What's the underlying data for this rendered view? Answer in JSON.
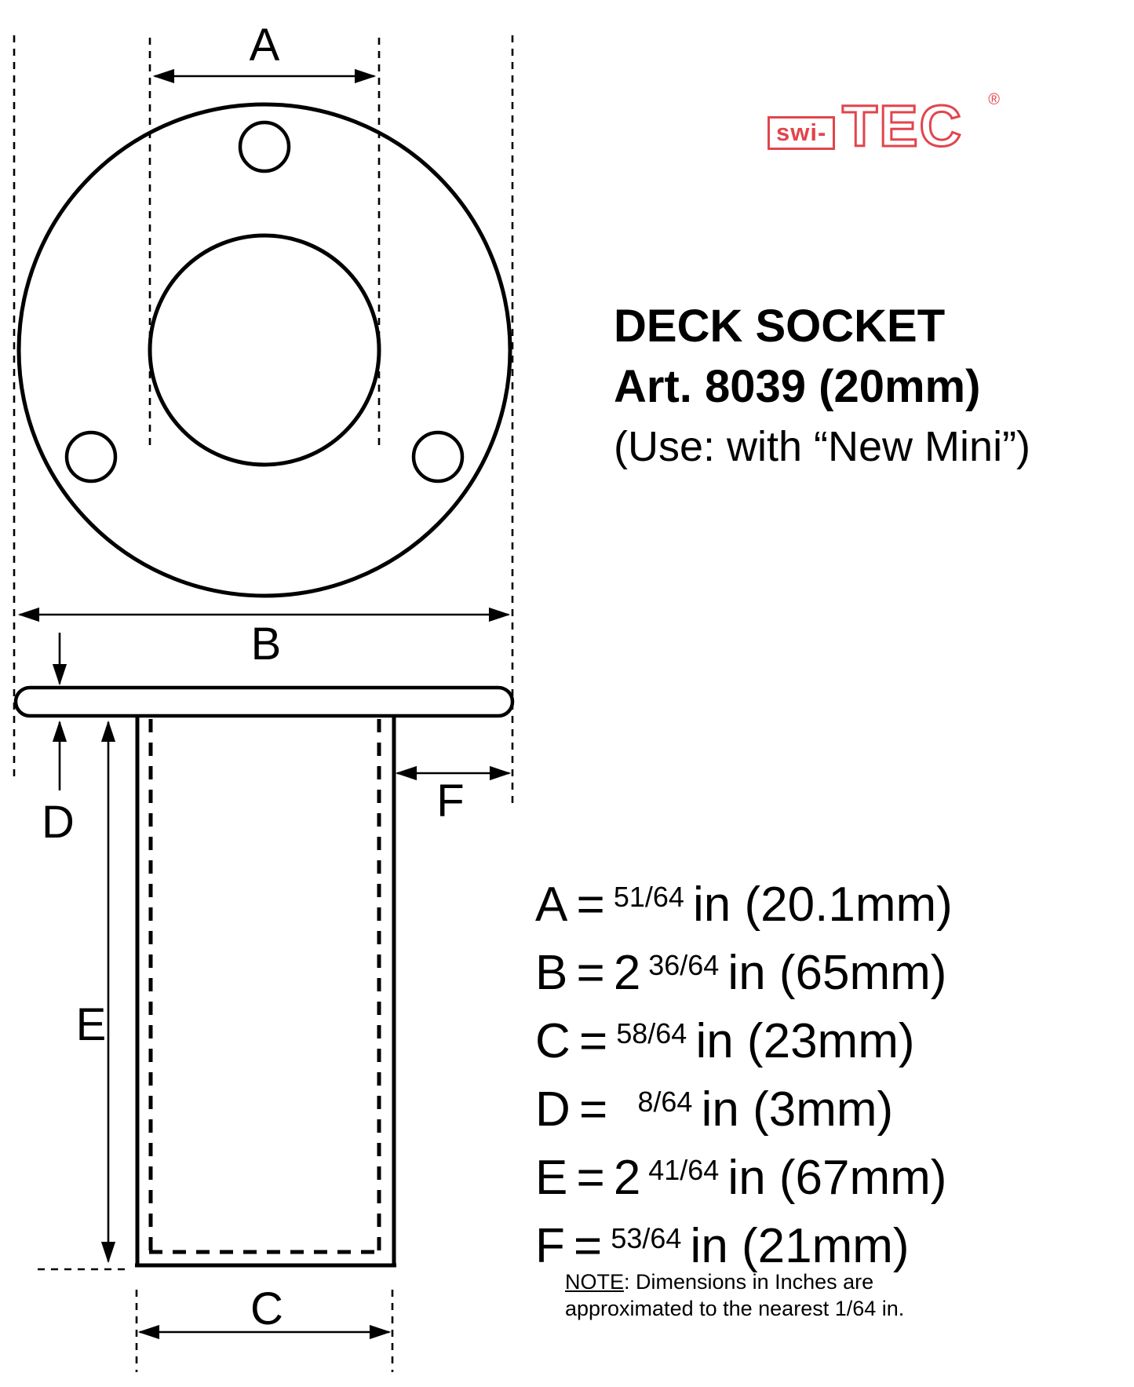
{
  "logo": {
    "prefix": "swi-",
    "name": "TEC",
    "registered": "®",
    "color": "#e2444d"
  },
  "title": {
    "line1": "DECK SOCKET",
    "line2": "Art. 8039 (20mm)",
    "line3": "(Use: with “New Mini”)"
  },
  "drawing": {
    "labels": {
      "a": "A",
      "b": "B",
      "c": "C",
      "d": "D",
      "e": "E",
      "f": "F"
    }
  },
  "dims": [
    {
      "letter": "A",
      "eq": "=",
      "whole": "",
      "frac": "51/64",
      "rest": "in (20.1mm)"
    },
    {
      "letter": "B",
      "eq": "=",
      "whole": "2",
      "frac": "36/64",
      "rest": "in (65mm)"
    },
    {
      "letter": "C",
      "eq": "=",
      "whole": "",
      "frac": "58/64",
      "rest": "in (23mm)"
    },
    {
      "letter": "D",
      "eq": "=",
      "whole": " ",
      "frac": "8/64",
      "rest": "in (3mm)"
    },
    {
      "letter": "E",
      "eq": "=",
      "whole": "2",
      "frac": "41/64",
      "rest": "in (67mm)"
    },
    {
      "letter": "F",
      "eq": "=",
      "whole": "",
      "frac": "53/64",
      "rest": "in (21mm)"
    }
  ],
  "note": {
    "label": "NOTE",
    "rest": ": Dimensions in Inches are",
    "line2": "approximated to the nearest 1/64 in."
  }
}
